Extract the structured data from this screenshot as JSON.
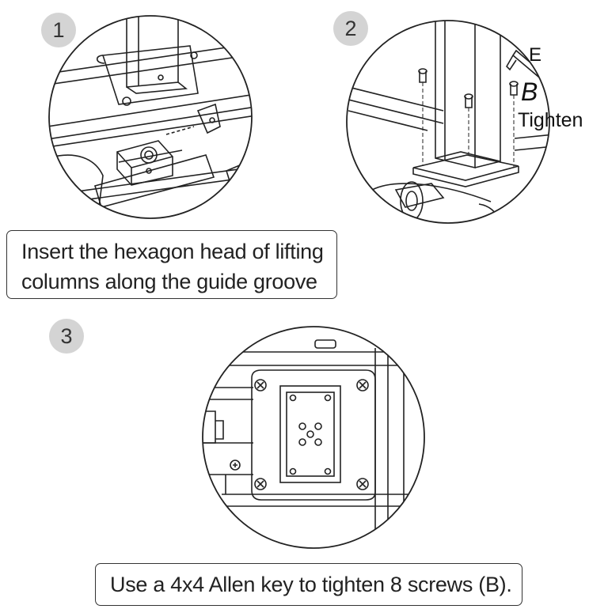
{
  "steps": [
    {
      "number": "1",
      "caption_lines": [
        "Insert the hexagon head of lifting",
        "columns along the guide groove"
      ]
    },
    {
      "number": "2",
      "callouts": {
        "allen_key": "E",
        "screw": "B",
        "action": "Tighten"
      }
    },
    {
      "number": "3",
      "caption_lines": [
        "Use a 4x4 Allen key to tighten 8 screws (B)."
      ]
    }
  ],
  "colors": {
    "badge": "#d4d4d4",
    "line": "#222222",
    "frame": "#333333"
  }
}
